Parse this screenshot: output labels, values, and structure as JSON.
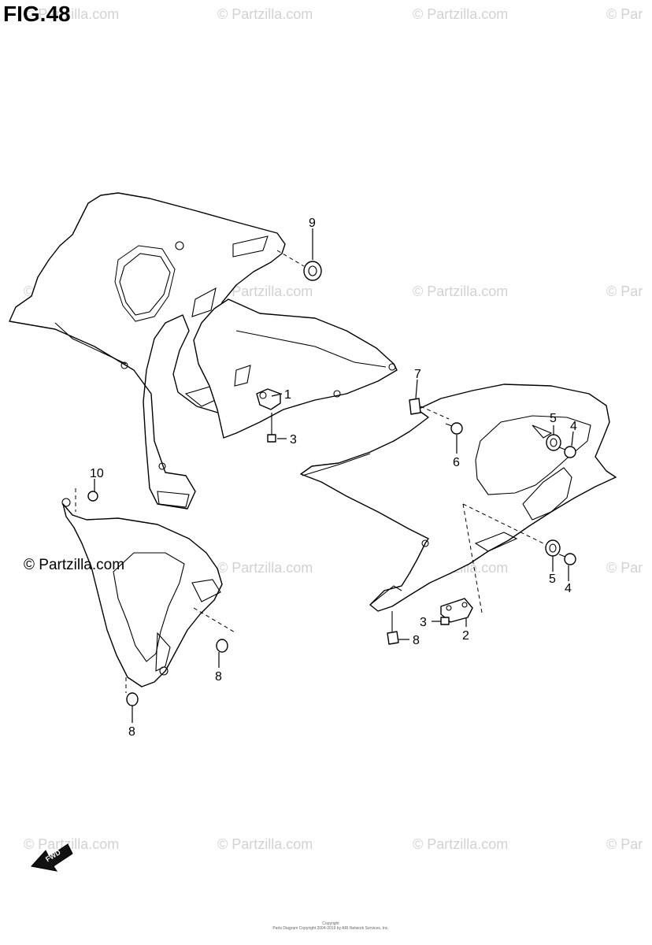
{
  "figure": {
    "title": "FIG.48"
  },
  "watermark": {
    "text": "© Partzilla.com",
    "partial_text": "© Par"
  },
  "copyright_mark": "© Partzilla.com",
  "footer": {
    "line1": "Copyright",
    "line2": "Parts Diagram Copyright 2004-2019 by ARI Network Services, Inc."
  },
  "fwd_badge": {
    "label": "FWD",
    "icon": "fwd-arrow-icon"
  },
  "callouts": [
    {
      "id": "c1",
      "label": "1"
    },
    {
      "id": "c2",
      "label": "2"
    },
    {
      "id": "c3a",
      "label": "3"
    },
    {
      "id": "c3b",
      "label": "3"
    },
    {
      "id": "c4a",
      "label": "4"
    },
    {
      "id": "c4b",
      "label": "4"
    },
    {
      "id": "c5a",
      "label": "5"
    },
    {
      "id": "c5b",
      "label": "5"
    },
    {
      "id": "c6",
      "label": "6"
    },
    {
      "id": "c7",
      "label": "7"
    },
    {
      "id": "c8a",
      "label": "8"
    },
    {
      "id": "c8b",
      "label": "8"
    },
    {
      "id": "c8c",
      "label": "8"
    },
    {
      "id": "c9",
      "label": "9"
    },
    {
      "id": "c10",
      "label": "10"
    }
  ]
}
